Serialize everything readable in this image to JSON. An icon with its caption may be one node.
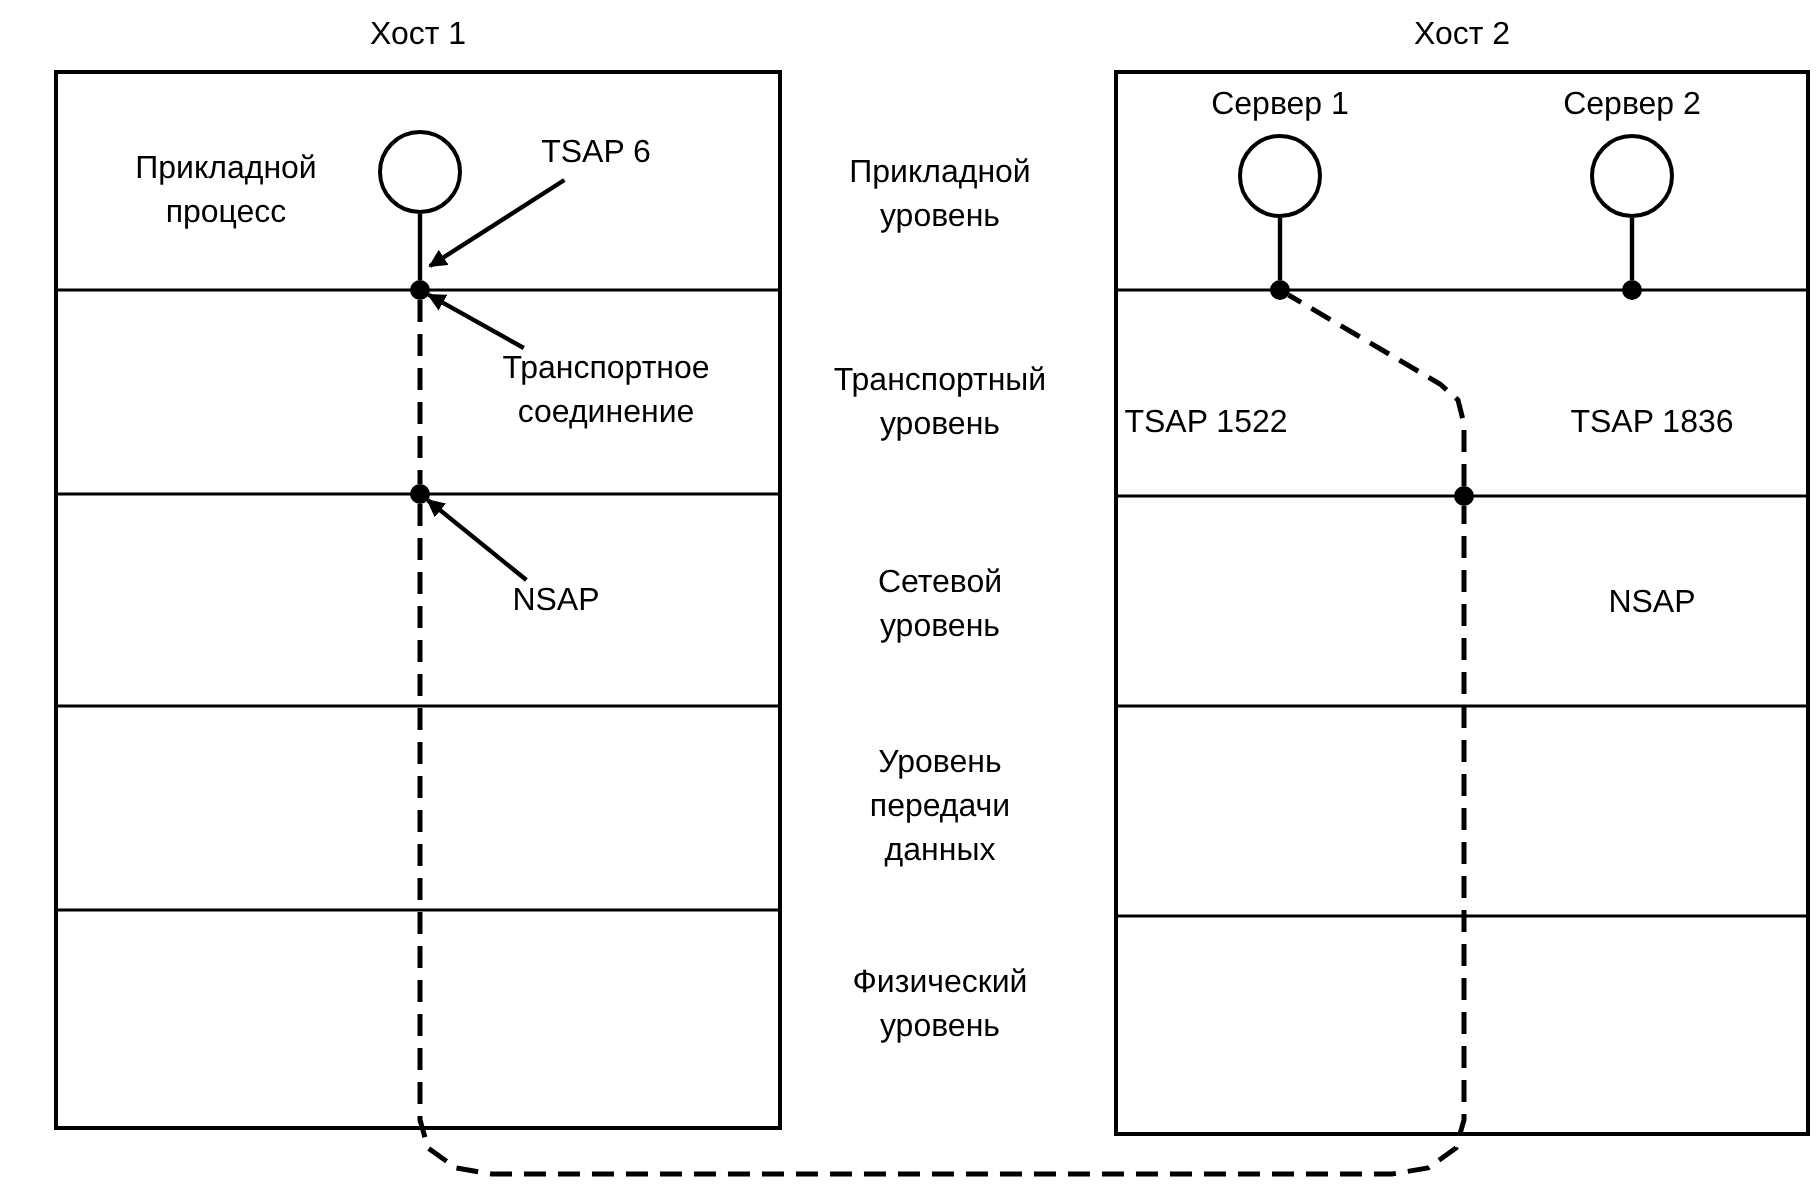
{
  "diagram": {
    "nodes": [
      {
        "text": [
          "Хост 1"
        ]
      },
      {
        "text": [],
        "shape": "circle",
        "beside": [
          "Прикладной процесс"
        ],
        "in": 0
      },
      {
        "text": [],
        "shape": "dot",
        "in": 0
      },
      {
        "text": [],
        "shape": "dot",
        "in": 0
      },
      {
        "text": [
          "TSAP 6"
        ],
        "in": 0
      },
      {
        "text": [
          "Транспортное соединение"
        ],
        "in": 0
      },
      {
        "text": [
          "NSAP"
        ],
        "in": 0
      },
      {
        "text": [
          "Хост 2"
        ]
      },
      {
        "text": [
          "Сервер 1"
        ],
        "in": 7
      },
      {
        "text": [
          "Сервер 2"
        ],
        "in": 7
      },
      {
        "text": [],
        "shape": "dot",
        "in": 7
      },
      {
        "text": [],
        "shape": "dot",
        "in": 7
      },
      {
        "text": [],
        "shape": "dot",
        "in": 7
      }
    ],
    "edges": [
      {
        "from": 1,
        "to": 2,
        "arrow": "none"
      },
      {
        "from": 8,
        "to": 10,
        "arrow": "none"
      },
      {
        "from": 9,
        "to": 11,
        "arrow": "none"
      },
      {
        "from": 2,
        "to": 3,
        "arrow": "none",
        "style": "dashed"
      },
      {
        "from": 3,
        "to": 12,
        "arrow": "none",
        "style": "dashed"
      },
      {
        "from": 12,
        "to": 10,
        "arrow": "none",
        "style": "dashed"
      },
      {
        "from": 4,
        "to": 2,
        "arrow": "to"
      },
      {
        "from": 5,
        "to": 2,
        "arrow": "to"
      },
      {
        "from": 6,
        "to": 3,
        "arrow": "to"
      }
    ],
    "labels": [
      "Прикладной уровень",
      "Транспортный уровень",
      "Сетевой уровень",
      "Уровень передачи данных",
      "Физический уровень",
      "TSAP 1522",
      "TSAP 1836",
      "NSAP"
    ]
  }
}
